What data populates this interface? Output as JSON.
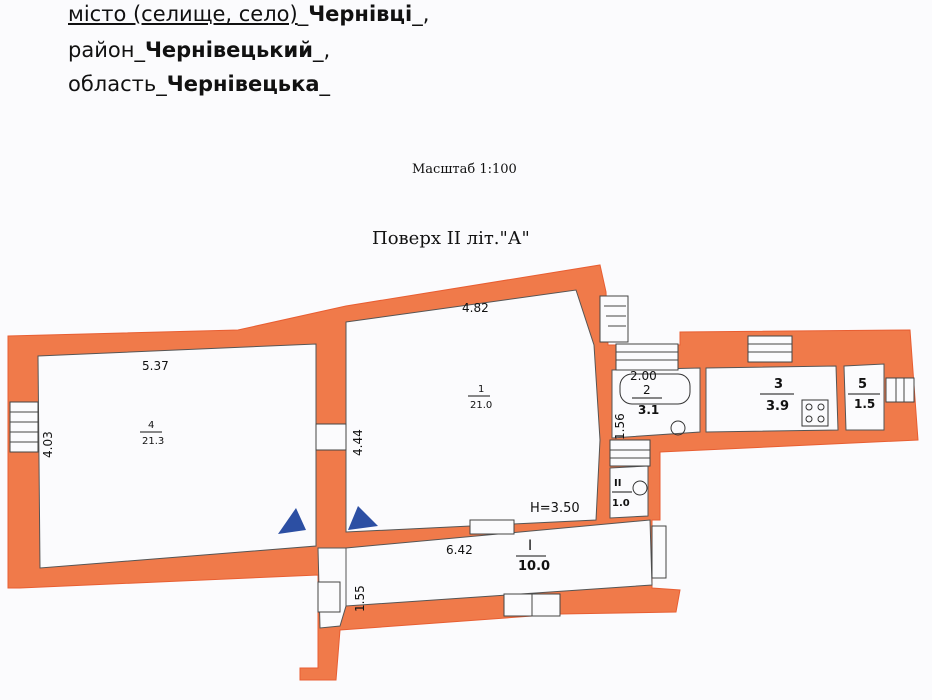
{
  "header": {
    "city_label": "місто (селище, село)",
    "city_value": "Чернівці",
    "district_label": "район",
    "district_value": "Чернівецький",
    "region_label": "область",
    "region_value": "Чернівецька"
  },
  "scale": "Масштаб 1:100",
  "floor_title": "Поверх II літ.\"А\"",
  "colors": {
    "wall": "#f07a4a",
    "wall_edge": "#e85e32",
    "door_marker": "#2c4fa3",
    "paper": "#fbfbfd"
  },
  "rooms": {
    "r4": {
      "number": "4",
      "area": "21.3",
      "width": "5.37",
      "height": "4.03"
    },
    "r1": {
      "number": "1",
      "area": "21.0",
      "width": "4.82",
      "height": "4.44",
      "ceiling": "H=3.50"
    },
    "r2": {
      "number": "2",
      "area": "3.1",
      "width": "2.00",
      "height": "1.56"
    },
    "r3": {
      "number": "3",
      "area": "3.9"
    },
    "r5": {
      "number": "5",
      "area": "1.5"
    },
    "rII": {
      "number": "II",
      "area": "1.0"
    },
    "rI": {
      "number": "I",
      "area": "10.0",
      "width": "6.42",
      "height": "1.55"
    }
  }
}
